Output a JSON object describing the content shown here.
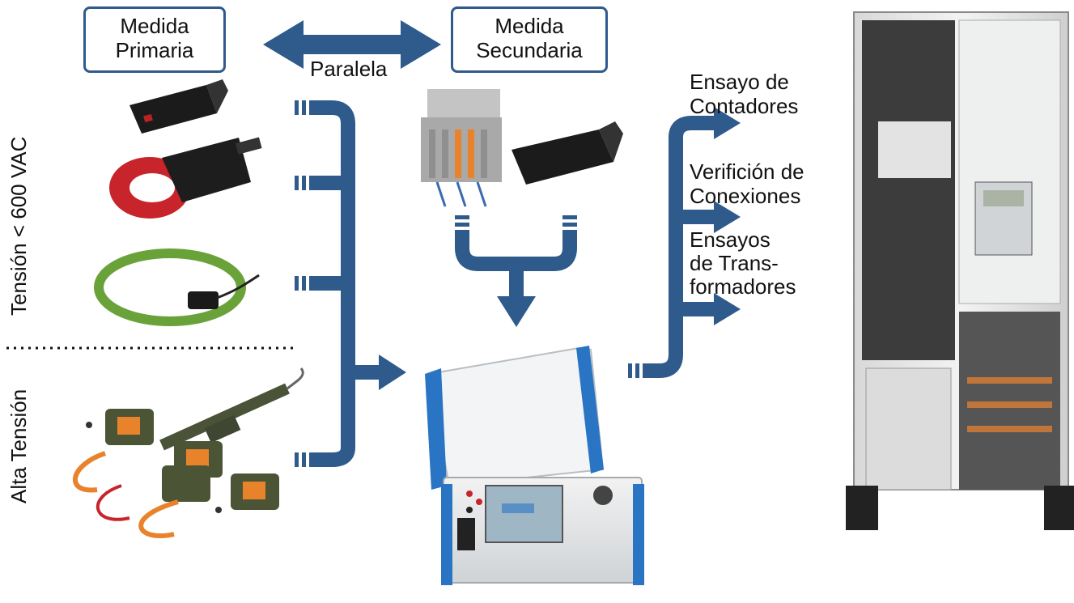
{
  "boxes": {
    "primary": "Medida\nPrimaria",
    "secondary": "Medida\nSecundaria"
  },
  "labels": {
    "parallel": "Paralela",
    "meter_test": "Ensayo de\nContadores",
    "connection_check": "Verifición de\nConexiones",
    "transformer_test": "Ensayos\nde Trans-\nformadores"
  },
  "side_labels": {
    "low_voltage": "Tensión < 600 VAC",
    "high_voltage": "Alta Tensión"
  },
  "colors": {
    "arrow": "#2f5a8c",
    "box_border": "#2f5a8c",
    "clamp_red": "#c8242b",
    "coil_green": "#6aa23a",
    "hv_orange": "#e8832c",
    "device_blue": "#2a74c4"
  },
  "icons": [
    "clamp-small-icon",
    "clamp-red-icon",
    "rogowski-coil-icon",
    "hv-probe-icon",
    "terminal-block-icon",
    "clamp-secondary-icon",
    "test-device-icon",
    "meter-cabinet-icon"
  ]
}
